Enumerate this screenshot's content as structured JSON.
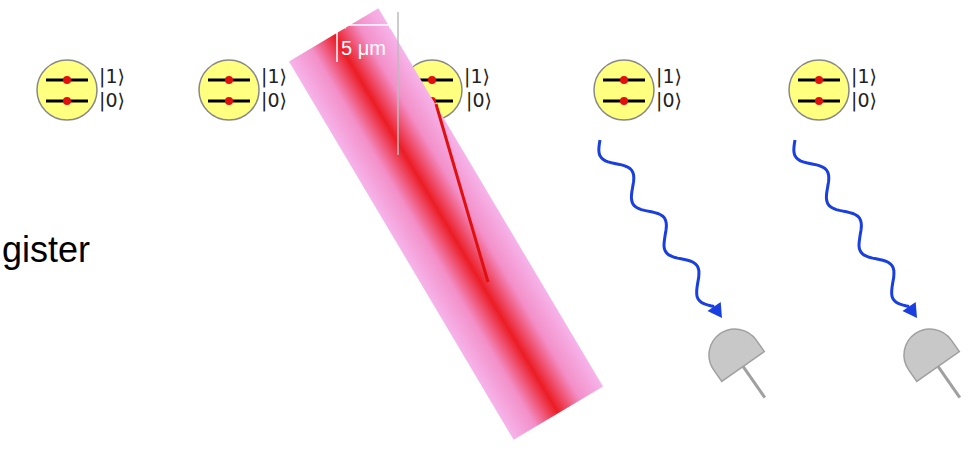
{
  "diagram": {
    "labels": [
      "5 μm",
      "|1⟩",
      "|0⟩",
      "|1⟩",
      "|0⟩",
      "|1⟩",
      "|0⟩",
      "|1⟩",
      "|0⟩",
      "|1⟩",
      "|0⟩",
      "gister"
    ]
  }
}
